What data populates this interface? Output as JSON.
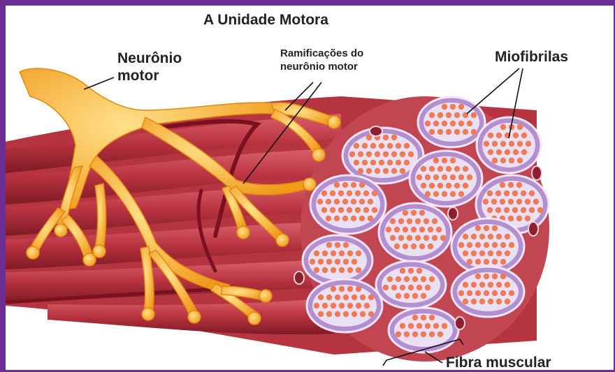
{
  "title": "A Unidade Motora",
  "labels": {
    "neuron_line1": "Neurônio",
    "neuron_line2": "motor",
    "branches_line1": "Ramificações do",
    "branches_line2": "neurônio motor",
    "myofibrils": "Miofibrilas",
    "muscle_fiber": "Fibra muscular"
  },
  "colors": {
    "frame": "#6b2f93",
    "background": "#ffffff",
    "muscle": "#c03d4a",
    "muscle_dark": "#8e1f2e",
    "nerve": "#f4a62a",
    "nerve_light": "#ffd36b",
    "fiber_outer": "#b48fd0",
    "fiber_inner": "#e9e0f4",
    "myofibril": "#ef7a55"
  }
}
